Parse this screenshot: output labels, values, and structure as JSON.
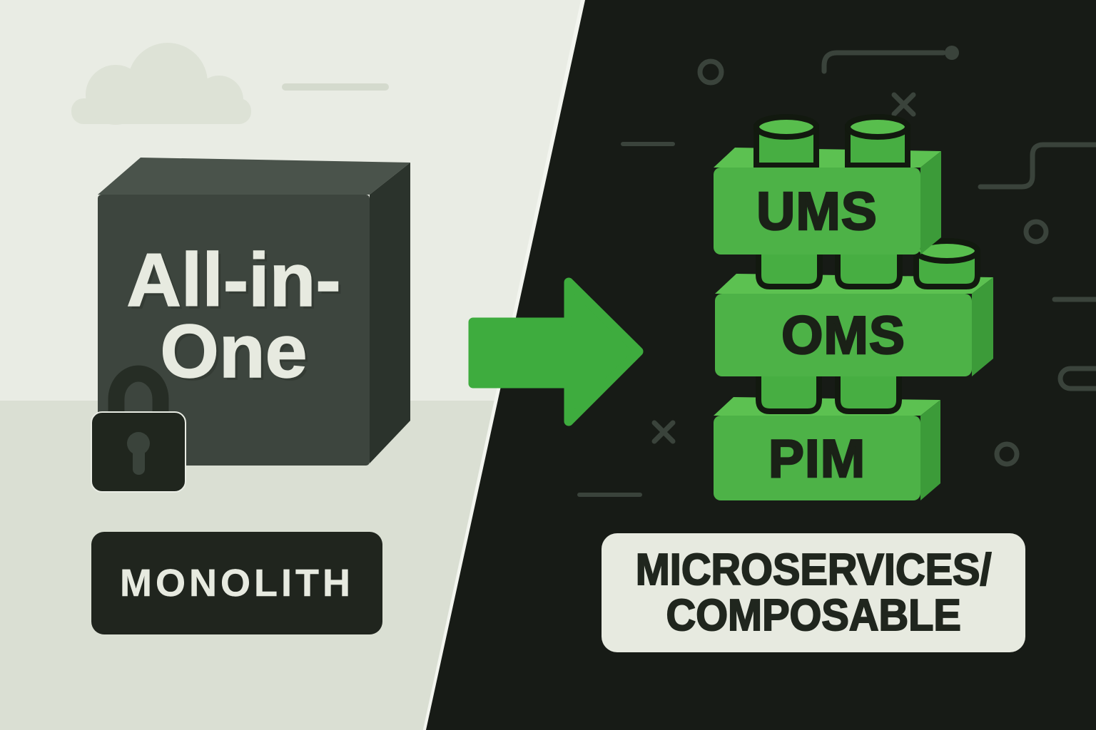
{
  "left_panel": {
    "cube": {
      "line1": "All-in-",
      "line2": "One"
    },
    "badge_label": "MONOLITH"
  },
  "right_panel": {
    "bricks": [
      {
        "label": "UMS"
      },
      {
        "label": "OMS"
      },
      {
        "label": "PIM"
      }
    ],
    "badge": {
      "line1": "MICROSERVICES/",
      "line2": "COMPOSABLE"
    }
  },
  "colors": {
    "light_background": "#E9ECE4",
    "light_ground_band": "#DADFD3",
    "cloud": "#DDE2D6",
    "dark_background": "#171B16",
    "arrow_green": "#3EAC3E",
    "brick_front_green": "#4DB247",
    "brick_top_green": "#5CC151",
    "brick_side_green": "#3C9B39",
    "stud_front_green": "#47AE42",
    "stud_top_green": "#58BE4D",
    "brick_outline": "#12190F",
    "cube_front": "#3D453E",
    "cube_top": "#4A534B",
    "cube_side": "#2B332C",
    "lock_body": "#20261E",
    "dark_badge": "#20251E",
    "light_badge": "#E7EAE0",
    "light_text": "#E7EAE0",
    "dark_text": "#1A2117",
    "decoration_gray": "#3A433B"
  }
}
